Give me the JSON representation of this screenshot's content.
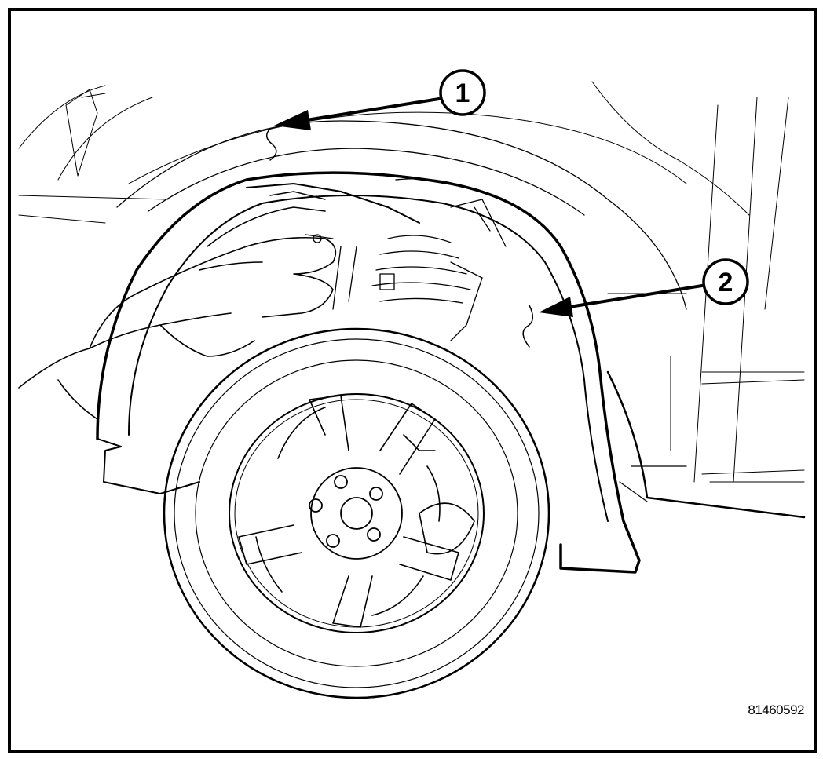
{
  "callouts": [
    {
      "label": "1",
      "target": "wheel-opening-flare-edge"
    },
    {
      "label": "2",
      "target": "wheelhouse-liner-edge"
    }
  ],
  "figure_number": "81460592",
  "colors": {
    "ink": "#000000",
    "paper": "#ffffff"
  }
}
